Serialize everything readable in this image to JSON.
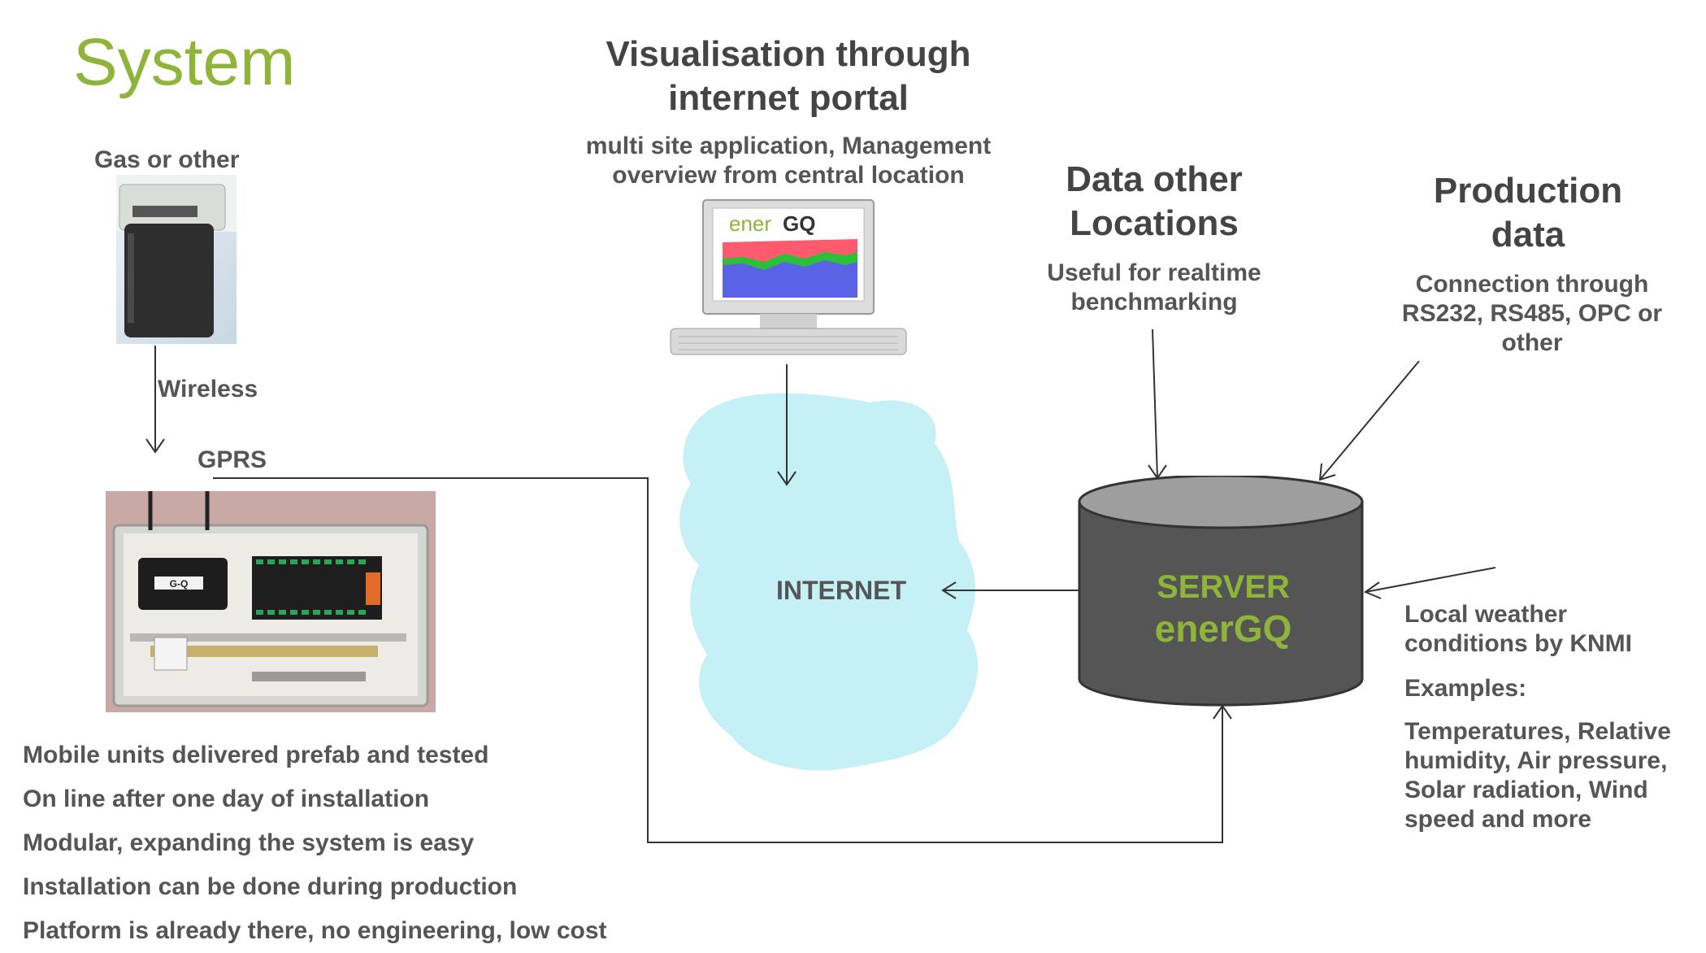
{
  "title": "System",
  "gas_meter": {
    "label": "Gas or other"
  },
  "wireless_label": "Wireless",
  "gprs_label": "GPRS",
  "visualisation": {
    "title_line1": "Visualisation through",
    "title_line2": "internet portal",
    "desc_line1": "multi site application,  Management",
    "desc_line2": "overview from central location",
    "screen_brand_prefix": "ener",
    "screen_brand_suffix": "GQ"
  },
  "data_other": {
    "title_line1": "Data other",
    "title_line2": "Locations",
    "desc_line1": "Useful for realtime",
    "desc_line2": "benchmarking"
  },
  "production": {
    "title_line1": "Production",
    "title_line2": "data",
    "desc_line1": "Connection through",
    "desc_line2": "RS232, RS485, OPC or",
    "desc_line3": "other"
  },
  "internet_label": "INTERNET",
  "server": {
    "line1": "SERVER",
    "line2": "enerGQ"
  },
  "weather": {
    "line1": "Local weather",
    "line2": "conditions by KNMI",
    "examples": "Examples:",
    "ex_line1": "Temperatures, Relative",
    "ex_line2": "humidity, Air pressure,",
    "ex_line3": "Solar radiation, Wind",
    "ex_line4": "speed and more"
  },
  "cabinet_label": "G-Q",
  "bullets": [
    "Mobile units delivered prefab and tested",
    "On line after one day of installation",
    "Modular, expanding the system is easy",
    "Installation can be done during production",
    "Platform is already there, no engineering, low cost"
  ],
  "colors": {
    "accent_green": "#8fb43a",
    "server_fill": "#555555",
    "cloud": "#c4f0f6"
  }
}
